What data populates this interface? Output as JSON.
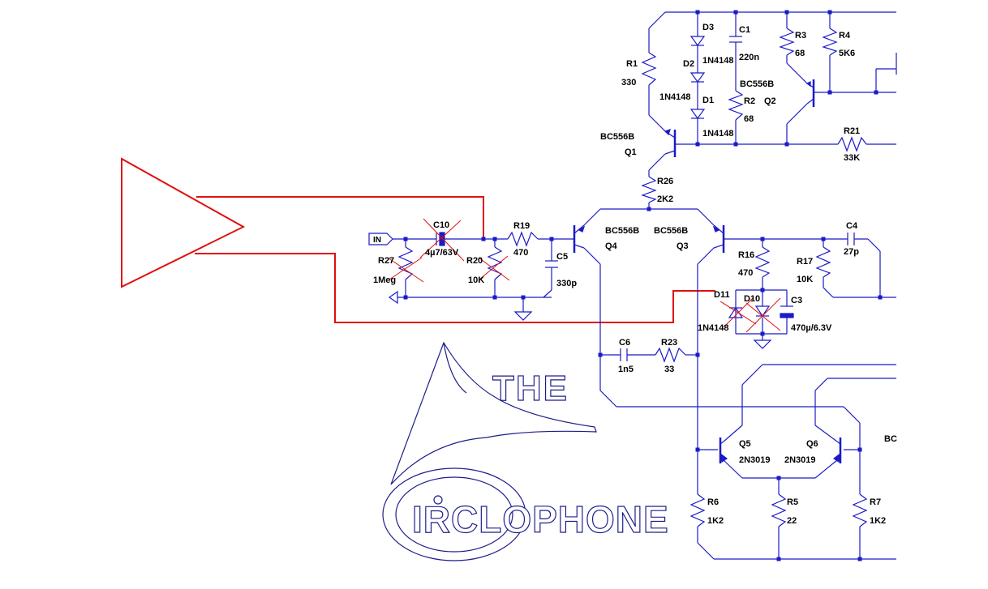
{
  "colors": {
    "wire": "#1a1ac8",
    "node": "#1a1ac8",
    "probe": "#e01010",
    "logo": "#1d1d8c",
    "text": "#000000"
  },
  "port": {
    "label": "IN"
  },
  "components": {
    "R1": {
      "ref": "R1",
      "value": "330"
    },
    "R2": {
      "ref": "R2",
      "value": "68"
    },
    "R3": {
      "ref": "R3",
      "value": "68"
    },
    "R4": {
      "ref": "R4",
      "value": "5K6"
    },
    "R5": {
      "ref": "R5",
      "value": "22"
    },
    "R6": {
      "ref": "R6",
      "value": "1K2"
    },
    "R7": {
      "ref": "R7",
      "value": "1K2"
    },
    "R16": {
      "ref": "R16",
      "value": "470"
    },
    "R17": {
      "ref": "R17",
      "value": "10K"
    },
    "R19": {
      "ref": "R19",
      "value": "470"
    },
    "R20": {
      "ref": "R20",
      "value": "10K"
    },
    "R21": {
      "ref": "R21",
      "value": "33K"
    },
    "R23": {
      "ref": "R23",
      "value": "33"
    },
    "R26": {
      "ref": "R26",
      "value": "2K2"
    },
    "R27": {
      "ref": "R27",
      "value": "1Meg"
    },
    "C1": {
      "ref": "C1",
      "value": "220n"
    },
    "C3": {
      "ref": "C3",
      "value": "470µ/6.3V"
    },
    "C4": {
      "ref": "C4",
      "value": "27p"
    },
    "C5": {
      "ref": "C5",
      "value": "330p"
    },
    "C6": {
      "ref": "C6",
      "value": "1n5"
    },
    "C10": {
      "ref": "C10",
      "value": "4µ7/63V"
    },
    "D1": {
      "ref": "D1",
      "value": "1N4148"
    },
    "D2": {
      "ref": "D2",
      "value": "1N4148"
    },
    "D3": {
      "ref": "D3",
      "value": "1N4148"
    },
    "D10": {
      "ref": "D10"
    },
    "D11": {
      "ref": "D11",
      "value": "1N4148"
    },
    "Q1": {
      "ref": "Q1",
      "value": "BC556B"
    },
    "Q2": {
      "ref": "Q2",
      "value": "BC556B"
    },
    "Q3": {
      "ref": "Q3",
      "value": "BC556B"
    },
    "Q4": {
      "ref": "Q4",
      "value": "BC556B"
    },
    "Q5": {
      "ref": "Q5",
      "value": "2N3019"
    },
    "Q6": {
      "ref": "Q6",
      "value": "2N3019"
    }
  },
  "edge_label": "BC",
  "logo": {
    "word1": "THE",
    "word2": "IRCLOPHONE"
  }
}
